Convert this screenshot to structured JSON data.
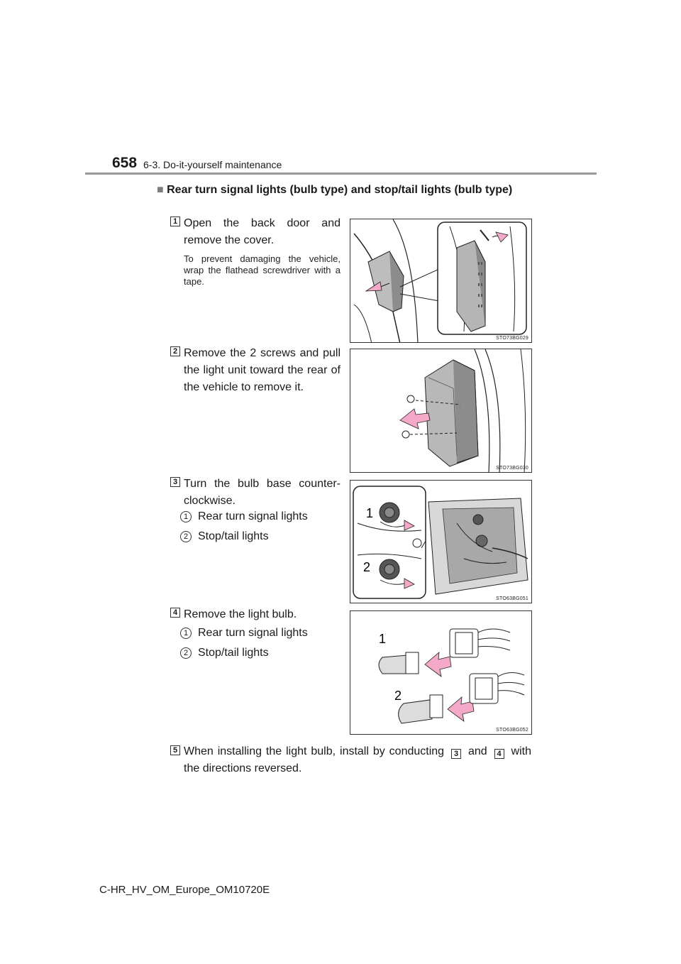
{
  "header": {
    "page_number": "658",
    "section": "6-3. Do-it-yourself maintenance"
  },
  "heading": {
    "bullet": "■",
    "text": "Rear turn signal lights (bulb type) and stop/tail lights (bulb type)"
  },
  "steps": [
    {
      "number": "1",
      "text": "Open the back door and remove the cover.",
      "note": "To prevent damaging the vehicle, wrap the flathead screwdriver with a tape.",
      "figure_code": "STO73BG029"
    },
    {
      "number": "2",
      "text": "Remove the 2 screws and pull the light unit toward the rear of the vehicle to remove it.",
      "figure_code": "STO73BG030"
    },
    {
      "number": "3",
      "text": "Turn the bulb base counter-clockwise.",
      "figure_code": "STO63BG051",
      "items": [
        {
          "num": "1",
          "label": "Rear turn signal lights"
        },
        {
          "num": "2",
          "label": "Stop/tail lights"
        }
      ]
    },
    {
      "number": "4",
      "text": "Remove the light bulb.",
      "figure_code": "STO63BG052",
      "items": [
        {
          "num": "1",
          "label": "Rear turn signal lights"
        },
        {
          "num": "2",
          "label": "Stop/tail lights"
        }
      ]
    },
    {
      "number": "5",
      "text_before": "When installing the light bulb, install by conducting",
      "ref_a": "3",
      "text_mid": "and",
      "ref_b": "4",
      "text_after": "with the directions reversed."
    }
  ],
  "footer": {
    "document_code": "C-HR_HV_OM_Europe_OM10720E"
  },
  "colors": {
    "arrow": "#f4a9c8",
    "rule": "#9a9a9a"
  }
}
